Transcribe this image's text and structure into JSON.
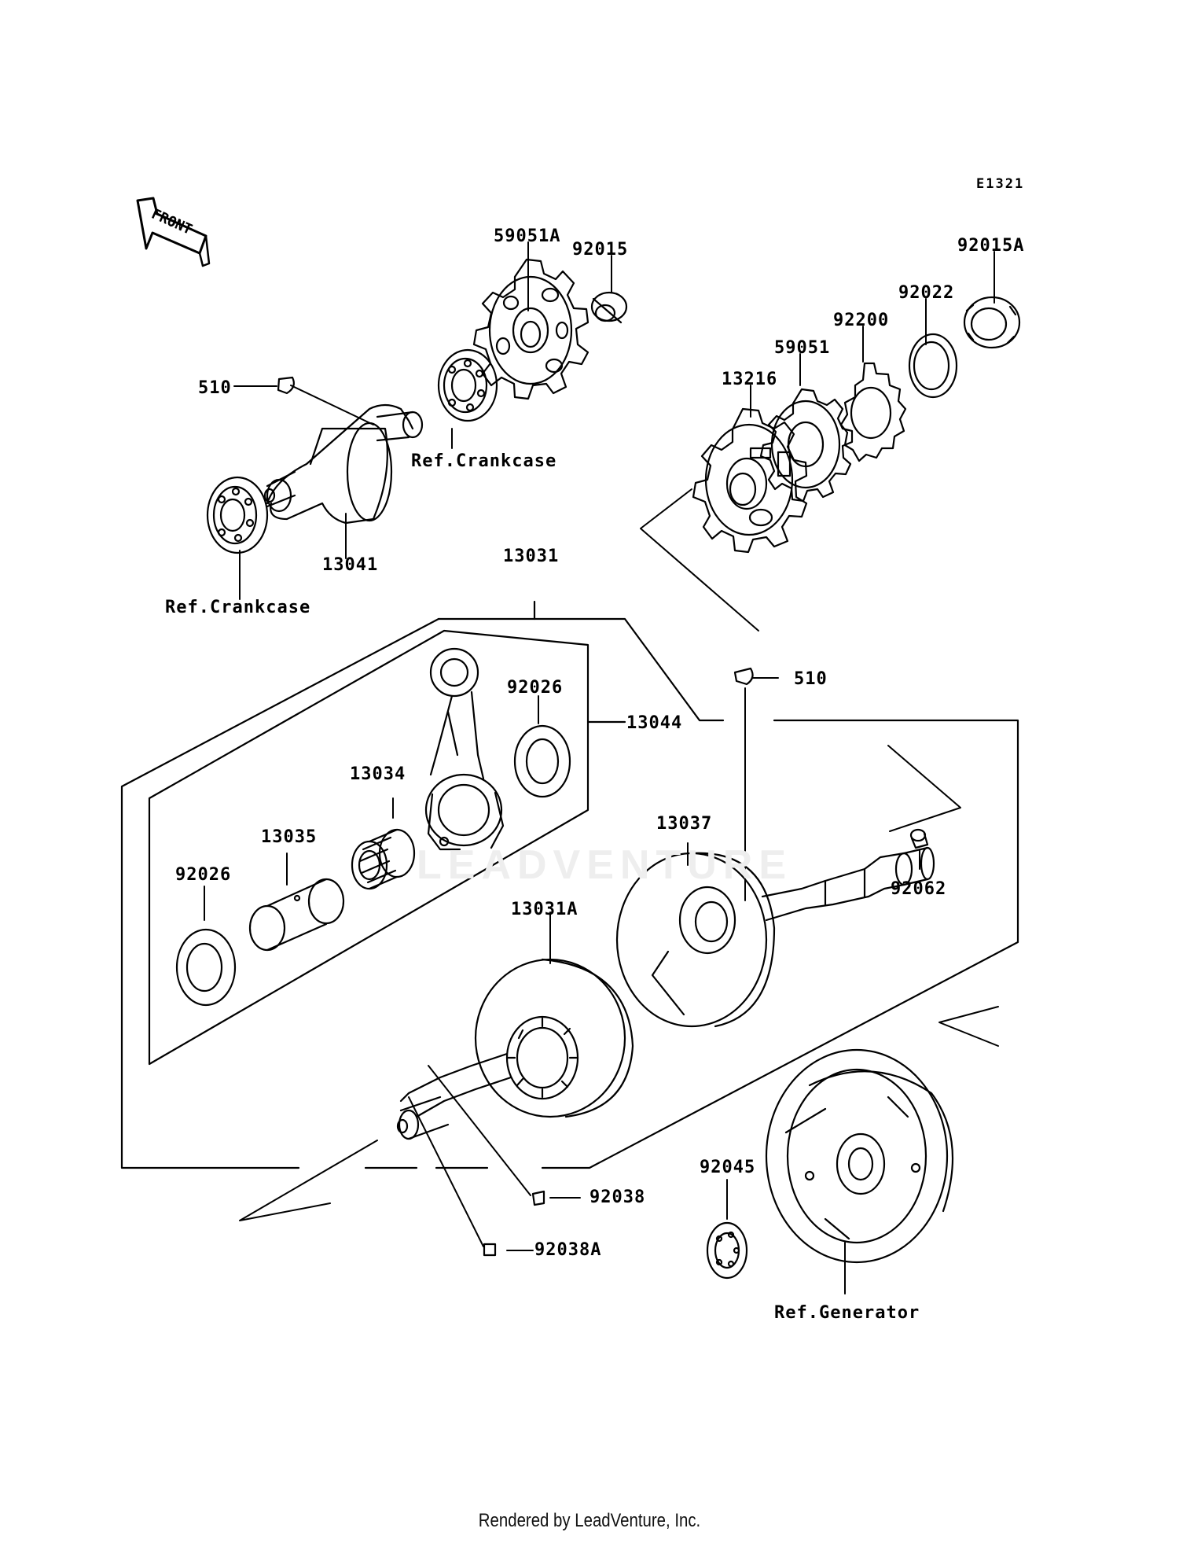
{
  "diagram": {
    "code": "E1321",
    "front_label": "FRONT",
    "watermark": "LEADVENTURE",
    "footer": "Rendered by LeadVenture, Inc."
  },
  "parts": [
    {
      "id": "p-59051a",
      "label": "59051A"
    },
    {
      "id": "p-92015",
      "label": "92015"
    },
    {
      "id": "p-92015a",
      "label": "92015A"
    },
    {
      "id": "p-92022",
      "label": "92022"
    },
    {
      "id": "p-92200",
      "label": "92200"
    },
    {
      "id": "p-59051",
      "label": "59051"
    },
    {
      "id": "p-13216",
      "label": "13216"
    },
    {
      "id": "p-510-top",
      "label": "510"
    },
    {
      "id": "p-ref-crankcase-1",
      "label": "Ref.Crankcase"
    },
    {
      "id": "p-13041",
      "label": "13041"
    },
    {
      "id": "p-ref-crankcase-2",
      "label": "Ref.Crankcase"
    },
    {
      "id": "p-13031",
      "label": "13031"
    },
    {
      "id": "p-510-mid",
      "label": "510"
    },
    {
      "id": "p-92026-top",
      "label": "92026"
    },
    {
      "id": "p-13044",
      "label": "13044"
    },
    {
      "id": "p-13034",
      "label": "13034"
    },
    {
      "id": "p-13037",
      "label": "13037"
    },
    {
      "id": "p-13035",
      "label": "13035"
    },
    {
      "id": "p-92026-left",
      "label": "92026"
    },
    {
      "id": "p-92062",
      "label": "92062"
    },
    {
      "id": "p-13031a",
      "label": "13031A"
    },
    {
      "id": "p-92045",
      "label": "92045"
    },
    {
      "id": "p-92038",
      "label": "92038"
    },
    {
      "id": "p-92038a",
      "label": "92038A"
    },
    {
      "id": "p-ref-generator",
      "label": "Ref.Generator"
    }
  ]
}
